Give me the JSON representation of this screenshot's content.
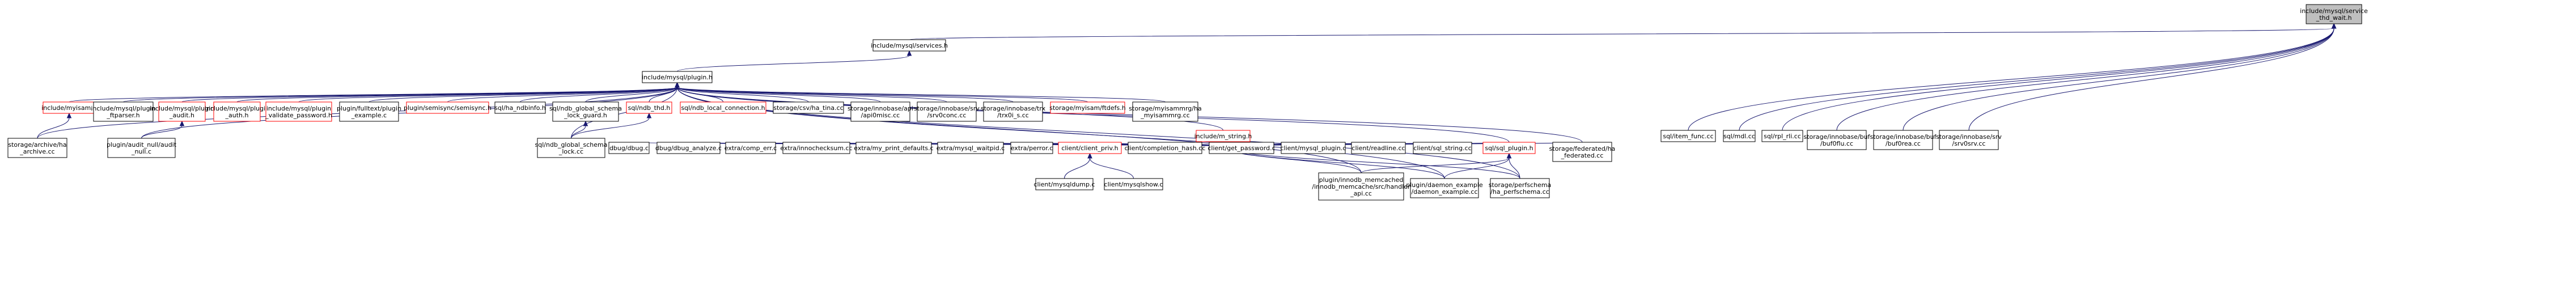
{
  "colors": {
    "edge": "#191970",
    "node_border_normal": "#000000",
    "node_border_incomplete": "#ff0000",
    "node_fill": "#ffffff",
    "root_fill": "#bfbfbf",
    "text": "#000000"
  },
  "nodes": [
    {
      "id": "root",
      "lines": [
        "include/mysql/service",
        "_thd_wait.h"
      ],
      "kind": "root"
    },
    {
      "id": "services",
      "lines": [
        "include/mysql/services.h"
      ],
      "kind": "normal"
    },
    {
      "id": "plugin",
      "lines": [
        "include/mysql/plugin.h"
      ],
      "kind": "normal"
    },
    {
      "id": "myisam_h",
      "lines": [
        "include/myisam.h"
      ],
      "kind": "incomplete"
    },
    {
      "id": "ftparser",
      "lines": [
        "include/mysql/plugin",
        "_ftparser.h"
      ],
      "kind": "normal"
    },
    {
      "id": "audit",
      "lines": [
        "include/mysql/plugin",
        "_audit.h"
      ],
      "kind": "incomplete"
    },
    {
      "id": "auth",
      "lines": [
        "include/mysql/plugin",
        "_auth.h"
      ],
      "kind": "incomplete"
    },
    {
      "id": "validate",
      "lines": [
        "include/mysql/plugin",
        "_validate_password.h"
      ],
      "kind": "incomplete"
    },
    {
      "id": "fulltext",
      "lines": [
        "plugin/fulltext/plugin",
        "_example.c"
      ],
      "kind": "normal"
    },
    {
      "id": "semisync",
      "lines": [
        "plugin/semisync/semisync.h"
      ],
      "kind": "incomplete"
    },
    {
      "id": "ha_ndbinfo",
      "lines": [
        "sql/ha_ndbinfo.h"
      ],
      "kind": "normal"
    },
    {
      "id": "ndb_guard",
      "lines": [
        "sql/ndb_global_schema",
        "_lock_guard.h"
      ],
      "kind": "normal"
    },
    {
      "id": "ndb_thd",
      "lines": [
        "sql/ndb_thd.h"
      ],
      "kind": "incomplete"
    },
    {
      "id": "ndb_local",
      "lines": [
        "sql/ndb_local_connection.h"
      ],
      "kind": "incomplete"
    },
    {
      "id": "ha_tina",
      "lines": [
        "storage/csv/ha_tina.cc"
      ],
      "kind": "normal"
    },
    {
      "id": "api0misc",
      "lines": [
        "storage/innobase/api",
        "/api0misc.cc"
      ],
      "kind": "normal"
    },
    {
      "id": "srv0conc",
      "lines": [
        "storage/innobase/srv",
        "/srv0conc.cc"
      ],
      "kind": "normal"
    },
    {
      "id": "trx0i_s",
      "lines": [
        "storage/innobase/trx",
        "/trx0i_s.cc"
      ],
      "kind": "normal"
    },
    {
      "id": "ftdefs",
      "lines": [
        "storage/myisam/ftdefs.h"
      ],
      "kind": "incomplete"
    },
    {
      "id": "ha_myisammrg",
      "lines": [
        "storage/myisammrg/ha",
        "_myisammrg.cc"
      ],
      "kind": "normal"
    },
    {
      "id": "m_string",
      "lines": [
        "include/m_string.h"
      ],
      "kind": "incomplete"
    },
    {
      "id": "item_func",
      "lines": [
        "sql/item_func.cc"
      ],
      "kind": "normal"
    },
    {
      "id": "mdl",
      "lines": [
        "sql/mdl.cc"
      ],
      "kind": "normal"
    },
    {
      "id": "rpl_rli",
      "lines": [
        "sql/rpl_rli.cc"
      ],
      "kind": "normal"
    },
    {
      "id": "buf0flu",
      "lines": [
        "storage/innobase/buf",
        "/buf0flu.cc"
      ],
      "kind": "normal"
    },
    {
      "id": "buf0rea",
      "lines": [
        "storage/innobase/buf",
        "/buf0rea.cc"
      ],
      "kind": "normal"
    },
    {
      "id": "srv0srv",
      "lines": [
        "storage/innobase/srv",
        "/srv0srv.cc"
      ],
      "kind": "normal"
    },
    {
      "id": "ha_archive",
      "lines": [
        "storage/archive/ha",
        "_archive.cc"
      ],
      "kind": "normal"
    },
    {
      "id": "audit_null",
      "lines": [
        "plugin/audit_null/audit",
        "_null.c"
      ],
      "kind": "normal"
    },
    {
      "id": "ndb_lock_cc",
      "lines": [
        "sql/ndb_global_schema",
        "_lock.cc"
      ],
      "kind": "normal"
    },
    {
      "id": "dbug_c",
      "lines": [
        "dbug/dbug.c"
      ],
      "kind": "normal"
    },
    {
      "id": "dbug_analyze",
      "lines": [
        "dbug/dbug_analyze.c"
      ],
      "kind": "normal"
    },
    {
      "id": "comp_err",
      "lines": [
        "extra/comp_err.c"
      ],
      "kind": "normal"
    },
    {
      "id": "innochecksum",
      "lines": [
        "extra/innochecksum.cc"
      ],
      "kind": "normal"
    },
    {
      "id": "my_print_defaults",
      "lines": [
        "extra/my_print_defaults.c"
      ],
      "kind": "normal"
    },
    {
      "id": "mysql_waitpid",
      "lines": [
        "extra/mysql_waitpid.c"
      ],
      "kind": "normal"
    },
    {
      "id": "perror",
      "lines": [
        "extra/perror.c"
      ],
      "kind": "normal"
    },
    {
      "id": "client_priv",
      "lines": [
        "client/client_priv.h"
      ],
      "kind": "incomplete"
    },
    {
      "id": "completion_hash",
      "lines": [
        "client/completion_hash.cc"
      ],
      "kind": "normal"
    },
    {
      "id": "get_password",
      "lines": [
        "client/get_password.c"
      ],
      "kind": "normal"
    },
    {
      "id": "mysql_plugin_c",
      "lines": [
        "client/mysql_plugin.c"
      ],
      "kind": "normal"
    },
    {
      "id": "readline",
      "lines": [
        "client/readline.cc"
      ],
      "kind": "normal"
    },
    {
      "id": "sql_string",
      "lines": [
        "client/sql_string.cc"
      ],
      "kind": "normal"
    },
    {
      "id": "sql_plugin",
      "lines": [
        "sql/sql_plugin.h"
      ],
      "kind": "incomplete"
    },
    {
      "id": "ha_federated",
      "lines": [
        "storage/federated/ha",
        "_federated.cc"
      ],
      "kind": "normal"
    },
    {
      "id": "mysqldump",
      "lines": [
        "client/mysqldump.c"
      ],
      "kind": "normal"
    },
    {
      "id": "mysqlshow",
      "lines": [
        "client/mysqlshow.c"
      ],
      "kind": "normal"
    },
    {
      "id": "memcached",
      "lines": [
        "plugin/innodb_memcached",
        "/innodb_memcache/src/handler",
        "_api.cc"
      ],
      "kind": "normal"
    },
    {
      "id": "daemon",
      "lines": [
        "plugin/daemon_example",
        "/daemon_example.cc"
      ],
      "kind": "normal"
    },
    {
      "id": "ha_perfschema",
      "lines": [
        "storage/perfschema",
        "/ha_perfschema.cc"
      ],
      "kind": "normal"
    }
  ],
  "edges": [
    [
      "services",
      "root"
    ],
    [
      "plugin",
      "services"
    ],
    [
      "item_func",
      "root"
    ],
    [
      "mdl",
      "root"
    ],
    [
      "rpl_rli",
      "root"
    ],
    [
      "buf0flu",
      "root"
    ],
    [
      "buf0rea",
      "root"
    ],
    [
      "srv0srv",
      "root"
    ],
    [
      "myisam_h",
      "plugin"
    ],
    [
      "ftparser",
      "plugin"
    ],
    [
      "audit",
      "plugin"
    ],
    [
      "auth",
      "plugin"
    ],
    [
      "validate",
      "plugin"
    ],
    [
      "fulltext",
      "plugin"
    ],
    [
      "semisync",
      "plugin"
    ],
    [
      "ha_ndbinfo",
      "plugin"
    ],
    [
      "ndb_guard",
      "plugin"
    ],
    [
      "ndb_thd",
      "plugin"
    ],
    [
      "ndb_local",
      "plugin"
    ],
    [
      "ha_tina",
      "plugin"
    ],
    [
      "api0misc",
      "plugin"
    ],
    [
      "srv0conc",
      "plugin"
    ],
    [
      "trx0i_s",
      "plugin"
    ],
    [
      "ftdefs",
      "plugin"
    ],
    [
      "ha_myisammrg",
      "plugin"
    ],
    [
      "m_string",
      "plugin"
    ],
    [
      "ha_archive",
      "plugin"
    ],
    [
      "audit_null",
      "plugin"
    ],
    [
      "sql_plugin",
      "plugin"
    ],
    [
      "ha_federated",
      "plugin"
    ],
    [
      "memcached",
      "plugin"
    ],
    [
      "daemon",
      "plugin"
    ],
    [
      "ha_perfschema",
      "plugin"
    ],
    [
      "ndb_lock_cc",
      "plugin"
    ],
    [
      "ha_archive",
      "myisam_h"
    ],
    [
      "audit_null",
      "audit"
    ],
    [
      "ndb_lock_cc",
      "ndb_guard"
    ],
    [
      "ndb_lock_cc",
      "ndb_thd"
    ],
    [
      "dbug_c",
      "m_string"
    ],
    [
      "dbug_analyze",
      "m_string"
    ],
    [
      "comp_err",
      "m_string"
    ],
    [
      "innochecksum",
      "m_string"
    ],
    [
      "my_print_defaults",
      "m_string"
    ],
    [
      "mysql_waitpid",
      "m_string"
    ],
    [
      "perror",
      "m_string"
    ],
    [
      "client_priv",
      "m_string"
    ],
    [
      "completion_hash",
      "m_string"
    ],
    [
      "get_password",
      "m_string"
    ],
    [
      "mysql_plugin_c",
      "m_string"
    ],
    [
      "readline",
      "m_string"
    ],
    [
      "sql_string",
      "m_string"
    ],
    [
      "sql_plugin",
      "m_string"
    ],
    [
      "ha_federated",
      "m_string"
    ],
    [
      "memcached",
      "m_string"
    ],
    [
      "daemon",
      "m_string"
    ],
    [
      "ha_perfschema",
      "m_string"
    ],
    [
      "mysqldump",
      "client_priv"
    ],
    [
      "mysqlshow",
      "client_priv"
    ],
    [
      "memcached",
      "sql_plugin"
    ],
    [
      "daemon",
      "sql_plugin"
    ],
    [
      "ha_perfschema",
      "sql_plugin"
    ]
  ]
}
